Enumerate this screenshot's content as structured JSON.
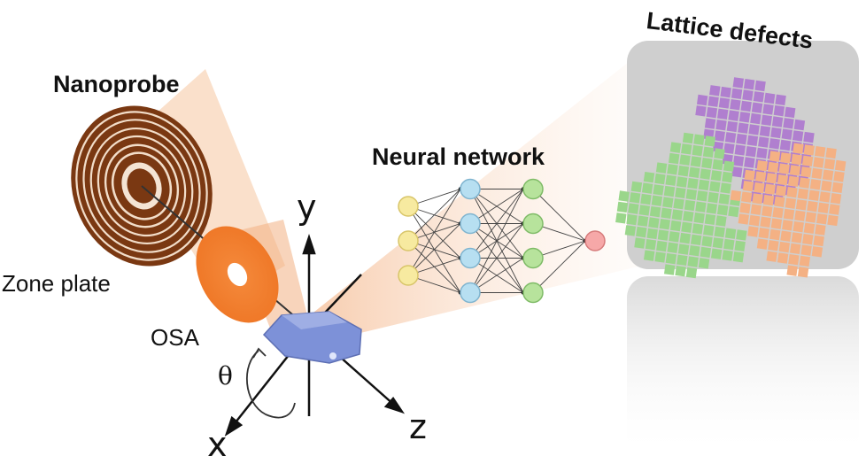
{
  "labels": {
    "nanoprobe": "Nanoprobe",
    "neural_network": "Neural network",
    "lattice_defects": "Lattice defects",
    "zone_plate": "Zone plate",
    "osa": "OSA"
  },
  "axes": {
    "x": "x",
    "y": "y",
    "z": "z",
    "theta": "θ"
  },
  "network": {
    "layers": [
      3,
      4,
      4,
      1
    ]
  },
  "colors": {
    "zone_plate_rings": "#8a4319",
    "osa": "#f07d2c",
    "beam": "#f7c9a6",
    "sample": "#7b8fd6",
    "node_input": "#f7eaa0",
    "node_hidden1": "#b7dff1",
    "node_hidden2": "#b7e39c",
    "node_output": "#f6a8a8",
    "defect_purple": "#b07fcf",
    "defect_green": "#9ad68b",
    "defect_orange": "#f4b184",
    "panel": "#cfcfcf"
  }
}
